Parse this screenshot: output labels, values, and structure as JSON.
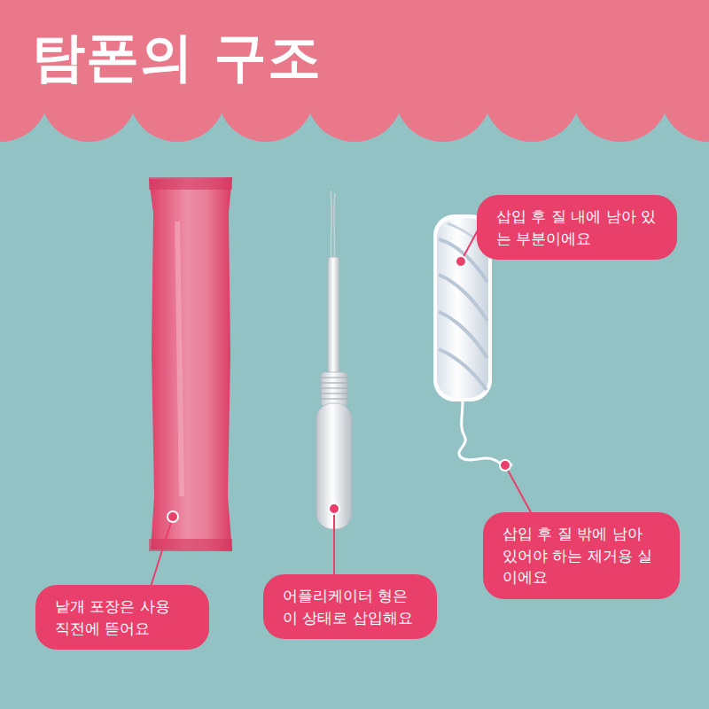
{
  "diagram": {
    "title": "탐폰의 구조",
    "nodes": [
      {
        "text": [
          "삽입 후 질 내에 남아 있는 부분이에요"
        ]
      },
      {
        "text": [
          "삽입 후 질 밖에 남아 있어야 하는 제거용 실이에요"
        ]
      },
      {
        "text": [
          "낱개 포장은 사용 직전에 뜯어요"
        ]
      },
      {
        "text": [
          "어플리케이터 형은 이 상태로 삽입해요"
        ]
      }
    ]
  }
}
